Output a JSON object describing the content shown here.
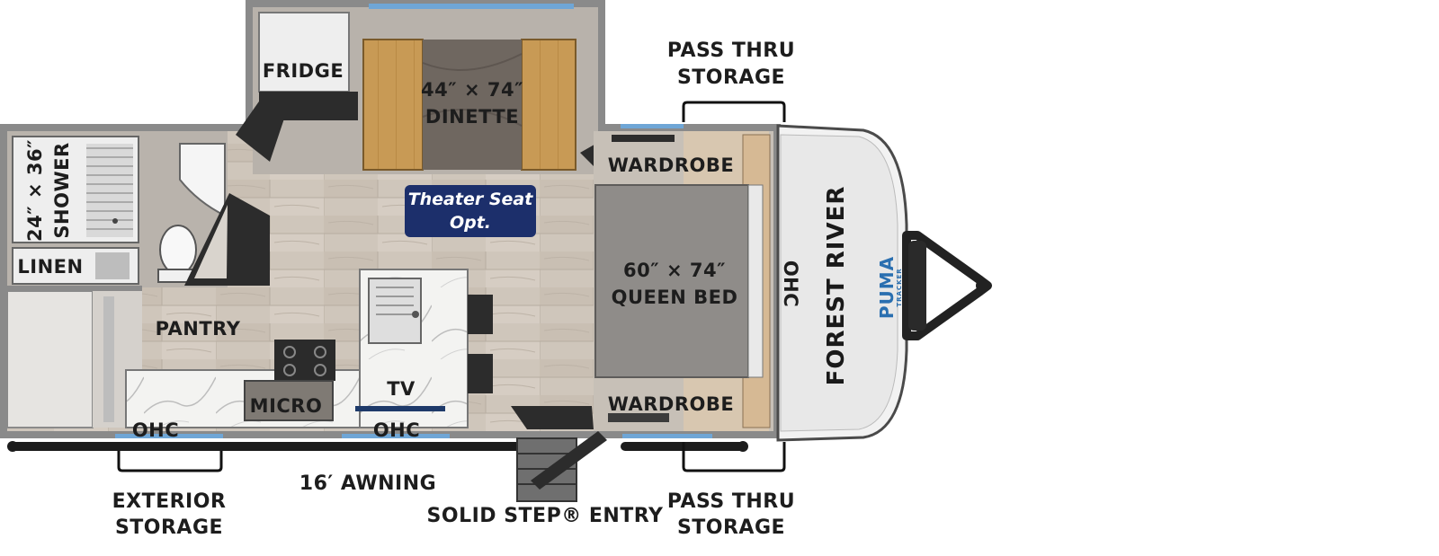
{
  "labels": {
    "fridge": "FRIDGE",
    "dinette_size": "44″ × 74″",
    "dinette": "DINETTE",
    "shower_size": "24″ × 36″",
    "shower": "SHOWER",
    "linen": "LINEN",
    "pantry": "PANTRY",
    "micro": "MICRO",
    "tv": "TV",
    "ohc_left": "OHC",
    "ohc_center": "OHC",
    "ohc_front": "OHC",
    "theater_line1": "Theater Seat",
    "theater_line2": "Opt.",
    "wardrobe_top": "WARDROBE",
    "wardrobe_bottom": "WARDROBE",
    "bed_size": "60″ × 74″",
    "bed": "QUEEN BED",
    "brand": "FOREST RIVER",
    "model": "PUMA",
    "model_sub": "TRACKER"
  },
  "exterior": {
    "pass_thru_top_line1": "PASS THRU",
    "pass_thru_top_line2": "STORAGE",
    "pass_thru_bottom_line1": "PASS THRU",
    "pass_thru_bottom_line2": "STORAGE",
    "exterior_storage_line1": "EXTERIOR",
    "exterior_storage_line2": "STORAGE",
    "awning": "16′ AWNING",
    "entry": "SOLID STEP® ENTRY"
  },
  "colors": {
    "wall": "#8a8a8a",
    "floor": "#cfc6bb",
    "bed": "#8f8c89",
    "badge": "#1c2f6b",
    "window": "#6fa6d6"
  }
}
